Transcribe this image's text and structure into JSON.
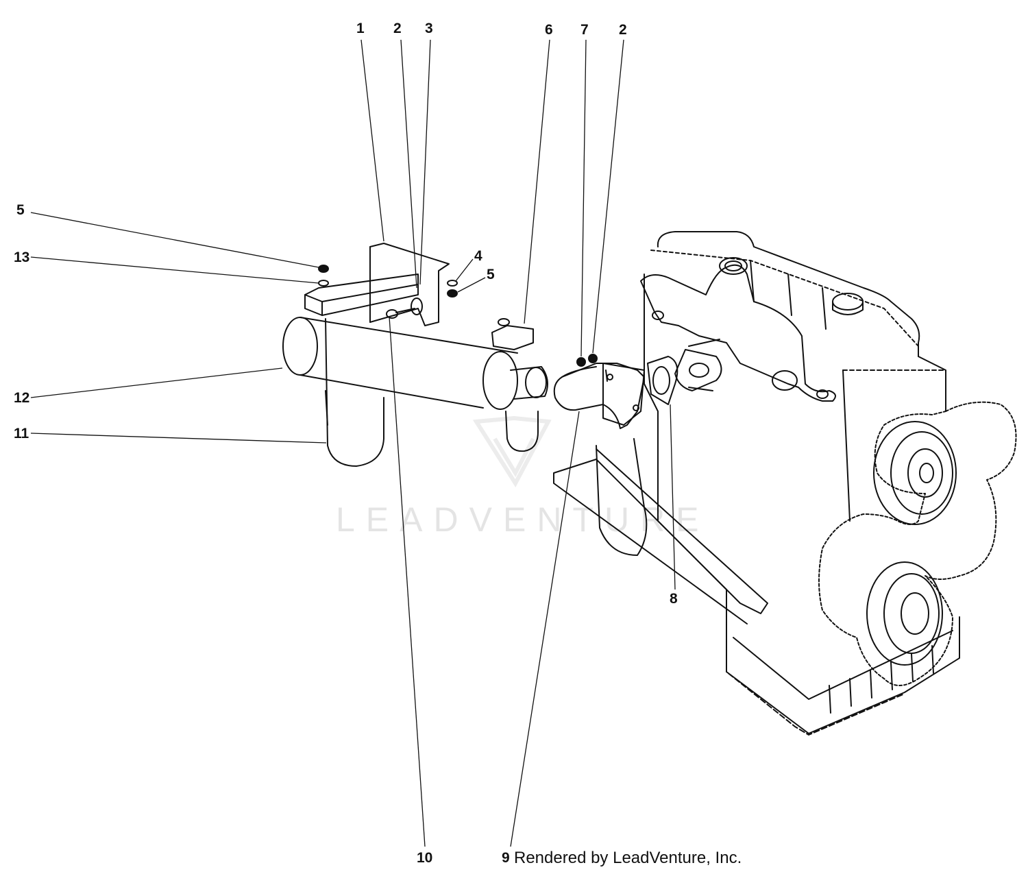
{
  "callouts": {
    "c1": "1",
    "c2a": "2",
    "c3": "3",
    "c6": "6",
    "c7": "7",
    "c2b": "2",
    "c5a": "5",
    "c13": "13",
    "c4": "4",
    "c5b": "5",
    "c12": "12",
    "c11": "11",
    "c8": "8",
    "c10": "10",
    "c9": "9"
  },
  "credit": "Rendered by LeadVenture, Inc.",
  "watermark": "LEADVENTURE",
  "colors": {
    "ink": "#111111",
    "paper": "#ffffff",
    "watermark": "#e4e4e4"
  }
}
